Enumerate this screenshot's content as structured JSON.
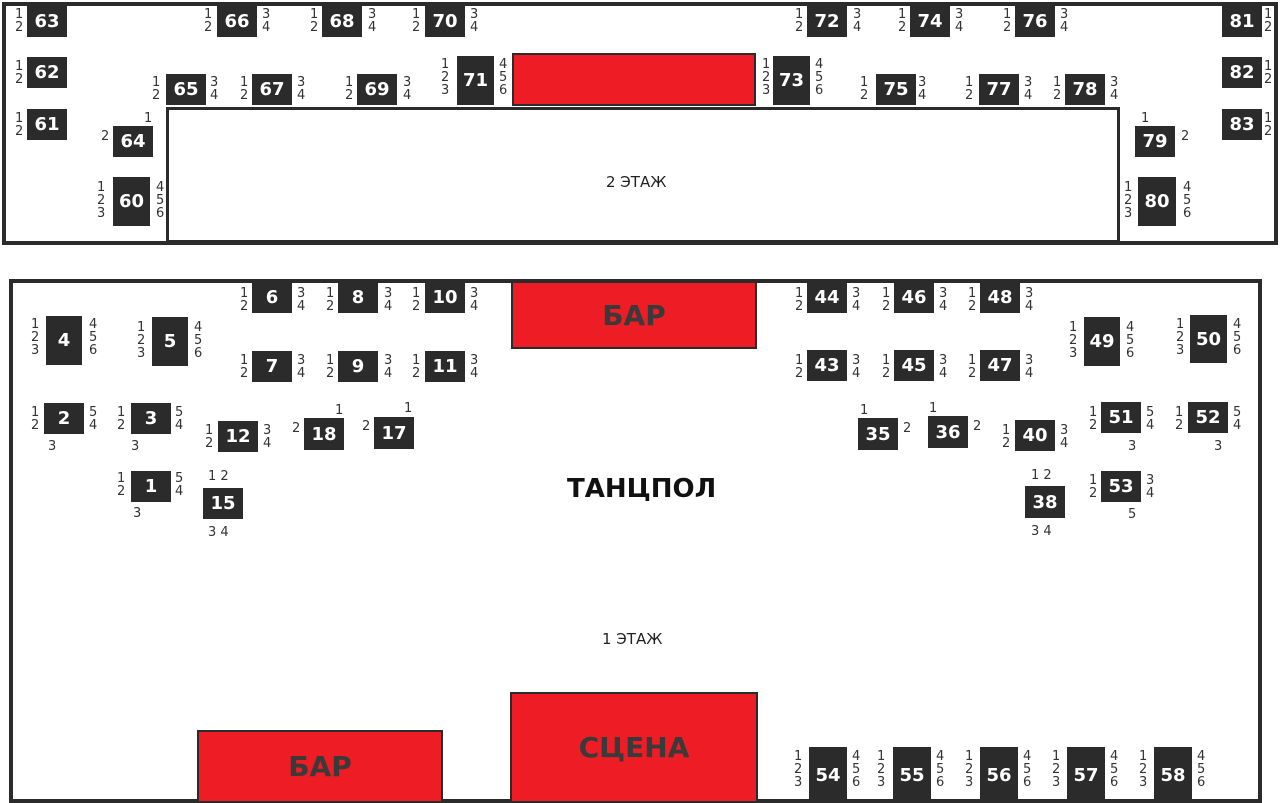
{
  "labels": {
    "floor2": "2 ЭТАЖ",
    "floor1": "1 ЭТАЖ",
    "dance_floor": "ТАНЦПОЛ",
    "bar": "БАР",
    "stage": "СЦЕНА"
  },
  "colors": {
    "accent_red": "#ee1c24",
    "table_dark": "#2b2b2b"
  },
  "tables": {
    "t1": "1",
    "t2": "2",
    "t3": "3",
    "t4": "4",
    "t5": "5",
    "t6": "6",
    "t7": "7",
    "t8": "8",
    "t9": "9",
    "t10": "10",
    "t11": "11",
    "t12": "12",
    "t15": "15",
    "t17": "17",
    "t18": "18",
    "t35": "35",
    "t36": "36",
    "t38": "38",
    "t40": "40",
    "t43": "43",
    "t44": "44",
    "t45": "45",
    "t46": "46",
    "t47": "47",
    "t48": "48",
    "t49": "49",
    "t50": "50",
    "t51": "51",
    "t52": "52",
    "t53": "53",
    "t54": "54",
    "t55": "55",
    "t56": "56",
    "t57": "57",
    "t58": "58",
    "t60": "60",
    "t61": "61",
    "t62": "62",
    "t63": "63",
    "t64": "64",
    "t65": "65",
    "t66": "66",
    "t67": "67",
    "t68": "68",
    "t69": "69",
    "t70": "70",
    "t71": "71",
    "t72": "72",
    "t73": "73",
    "t74": "74",
    "t75": "75",
    "t76": "76",
    "t77": "77",
    "t78": "78",
    "t79": "79",
    "t80": "80",
    "t81": "81",
    "t82": "82",
    "t83": "83"
  },
  "seats": {
    "s1": "1",
    "s2": "2",
    "s3": "3",
    "s4": "4",
    "s5": "5",
    "s6": "6"
  }
}
